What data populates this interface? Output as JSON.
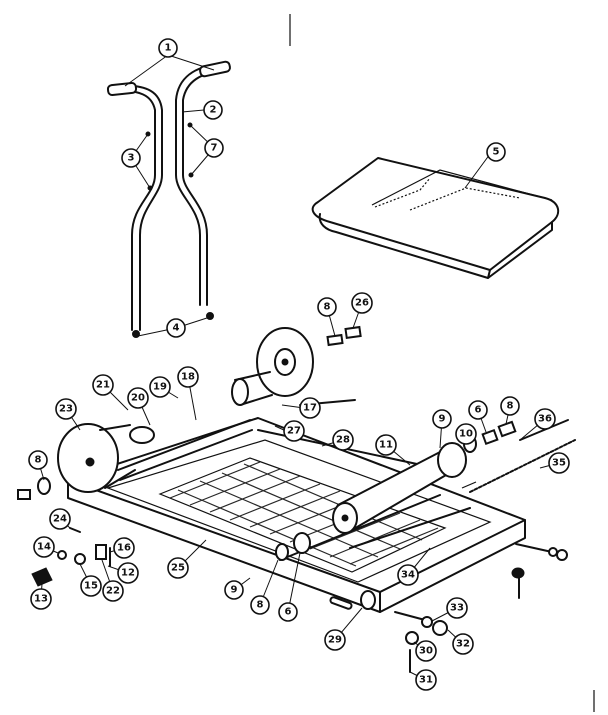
{
  "callouts": [
    {
      "id": "1",
      "label": "1"
    },
    {
      "id": "2",
      "label": "2"
    },
    {
      "id": "3",
      "label": "3"
    },
    {
      "id": "7",
      "label": "7"
    },
    {
      "id": "5",
      "label": "5"
    },
    {
      "id": "4",
      "label": "4"
    },
    {
      "id": "8a",
      "label": "8"
    },
    {
      "id": "26",
      "label": "26"
    },
    {
      "id": "21",
      "label": "21"
    },
    {
      "id": "19",
      "label": "19"
    },
    {
      "id": "18",
      "label": "18"
    },
    {
      "id": "20",
      "label": "20"
    },
    {
      "id": "17",
      "label": "17"
    },
    {
      "id": "23",
      "label": "23"
    },
    {
      "id": "27",
      "label": "27"
    },
    {
      "id": "28",
      "label": "28"
    },
    {
      "id": "9a",
      "label": "9"
    },
    {
      "id": "6a",
      "label": "6"
    },
    {
      "id": "8b",
      "label": "8"
    },
    {
      "id": "36",
      "label": "36"
    },
    {
      "id": "10",
      "label": "10"
    },
    {
      "id": "11",
      "label": "11"
    },
    {
      "id": "35",
      "label": "35"
    },
    {
      "id": "8c",
      "label": "8"
    },
    {
      "id": "24",
      "label": "24"
    },
    {
      "id": "14",
      "label": "14"
    },
    {
      "id": "16",
      "label": "16"
    },
    {
      "id": "12",
      "label": "12"
    },
    {
      "id": "15",
      "label": "15"
    },
    {
      "id": "22",
      "label": "22"
    },
    {
      "id": "13",
      "label": "13"
    },
    {
      "id": "25",
      "label": "25"
    },
    {
      "id": "9b",
      "label": "9"
    },
    {
      "id": "8d",
      "label": "8"
    },
    {
      "id": "6b",
      "label": "6"
    },
    {
      "id": "34",
      "label": "34"
    },
    {
      "id": "29",
      "label": "29"
    },
    {
      "id": "33",
      "label": "33"
    },
    {
      "id": "32",
      "label": "32"
    },
    {
      "id": "30",
      "label": "30"
    },
    {
      "id": "31",
      "label": "31"
    }
  ]
}
